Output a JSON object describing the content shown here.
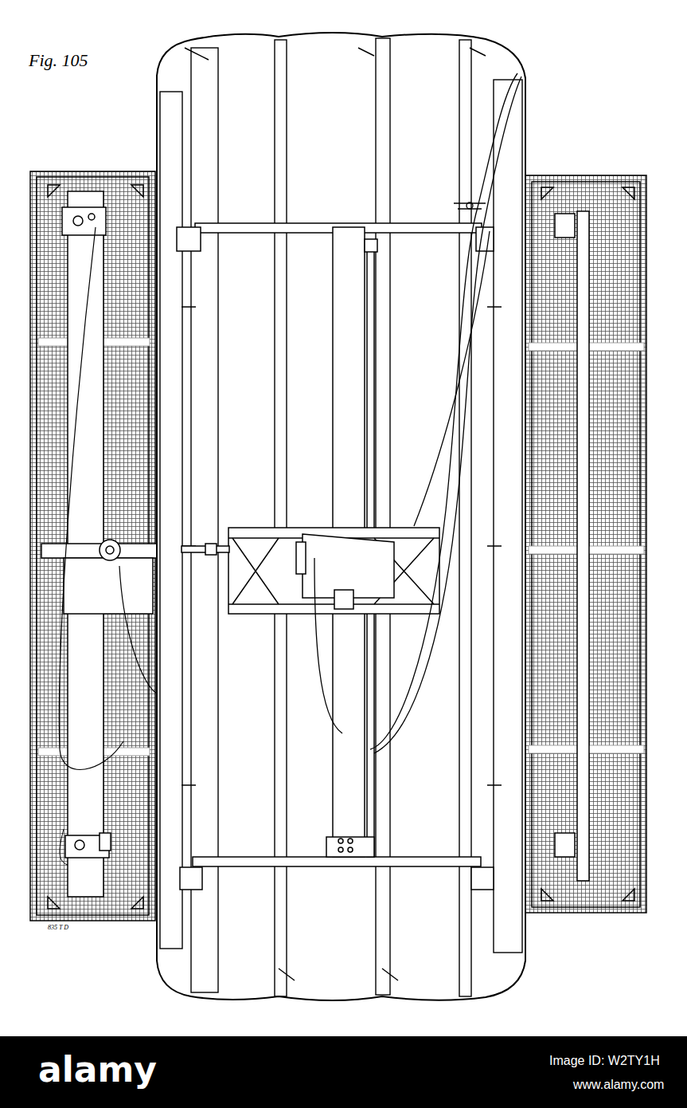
{
  "diagram": {
    "labels": [
      "Fig. 105",
      "835 T D",
      "alamy",
      "Image ID: W2TY1H",
      "www.alamy.com"
    ]
  }
}
